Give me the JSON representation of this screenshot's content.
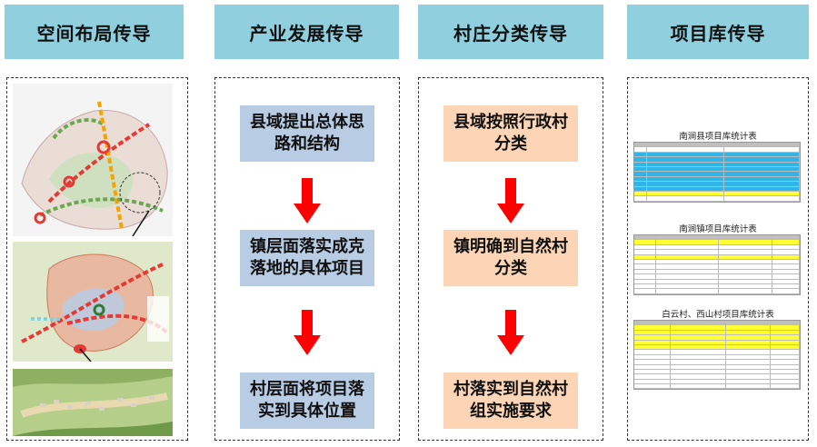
{
  "headers": [
    "空间布局传导",
    "产业发展传导",
    "村庄分类传导",
    "项目库传导"
  ],
  "industry": {
    "steps": [
      "县域提出总体思路和结构",
      "镇层面落实成克落地的具体项目",
      "村层面将项目落实到具体位置"
    ]
  },
  "village": {
    "steps": [
      "县域按照行政村分类",
      "镇明确到自然村分类",
      "村落实到自然村组实施要求"
    ]
  },
  "tables": {
    "t1_title": "南涧县项目库统计表",
    "t2_title": "南涧镇项目库统计表",
    "t3_title": "白云村、西山村项目库统计表"
  },
  "colors": {
    "header_bg": "#8fcfde",
    "box_blue": "#b8cce4",
    "box_peach": "#fbd5b5",
    "arrow_red": "#ff0000",
    "cyan_row": "#2fb5e8",
    "yellow_row": "#ffff33"
  }
}
